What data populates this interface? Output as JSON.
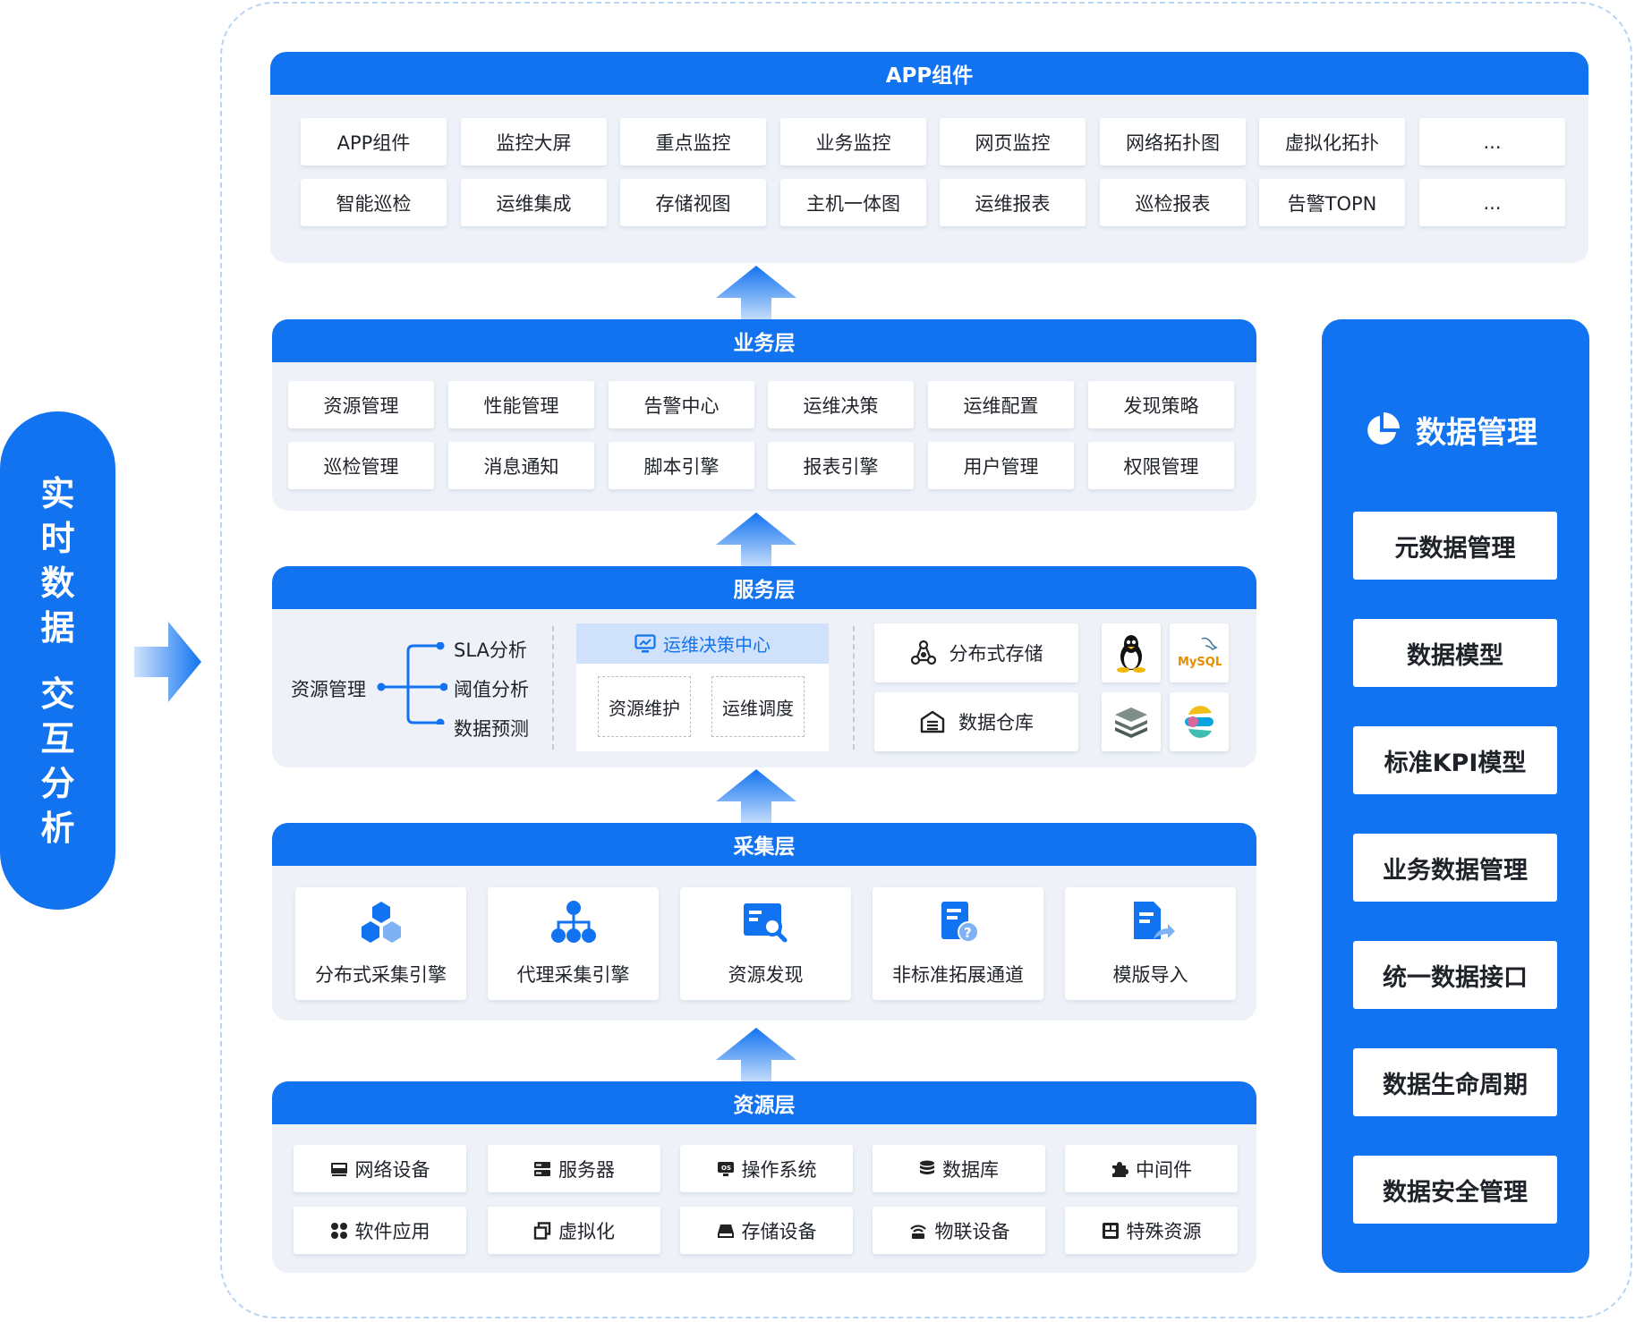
{
  "side_label": {
    "chars_top": [
      "实",
      "时",
      "数",
      "据"
    ],
    "chars_bottom": [
      "交",
      "互",
      "分",
      "析"
    ]
  },
  "app_layer": {
    "title": "APP组件",
    "row1": [
      "APP组件",
      "监控大屏",
      "重点监控",
      "业务监控",
      "网页监控",
      "网络拓扑图",
      "虚拟化拓扑",
      "..."
    ],
    "row2": [
      "智能巡检",
      "运维集成",
      "存储视图",
      "主机一体图",
      "运维报表",
      "巡检报表",
      "告警TOPN",
      "..."
    ]
  },
  "business_layer": {
    "title": "业务层",
    "row1": [
      "资源管理",
      "性能管理",
      "告警中心",
      "运维决策",
      "运维配置",
      "发现策略"
    ],
    "row2": [
      "巡检管理",
      "消息通知",
      "脚本引擎",
      "报表引擎",
      "用户管理",
      "权限管理"
    ]
  },
  "service_layer": {
    "title": "服务层",
    "tree_root": "资源管理",
    "tree_leaves": [
      "SLA分析",
      "阈值分析",
      "数据预测"
    ],
    "decision_center": "运维决策中心",
    "decision_items": [
      "资源维护",
      "运维调度"
    ],
    "storage": [
      "分布式存储",
      "数据仓库"
    ],
    "logos": {
      "mysql": "MySQL"
    }
  },
  "collection_layer": {
    "title": "采集层",
    "items": [
      {
        "label": "分布式采集引擎",
        "icon": "cubes-icon"
      },
      {
        "label": "代理采集引擎",
        "icon": "hierarchy-icon"
      },
      {
        "label": "资源发现",
        "icon": "search-icon"
      },
      {
        "label": "非标准拓展通道",
        "icon": "document-question-icon"
      },
      {
        "label": "模版导入",
        "icon": "document-import-icon"
      }
    ]
  },
  "resource_layer": {
    "title": "资源层",
    "row1": [
      {
        "label": "网络设备",
        "icon": "network-device-icon"
      },
      {
        "label": "服务器",
        "icon": "server-icon"
      },
      {
        "label": "操作系统",
        "icon": "os-icon"
      },
      {
        "label": "数据库",
        "icon": "database-icon"
      },
      {
        "label": "中间件",
        "icon": "puzzle-icon"
      }
    ],
    "row2": [
      {
        "label": "软件应用",
        "icon": "apps-icon"
      },
      {
        "label": "虚拟化",
        "icon": "copy-icon"
      },
      {
        "label": "存储设备",
        "icon": "storage-icon"
      },
      {
        "label": "物联设备",
        "icon": "iot-icon"
      },
      {
        "label": "特殊资源",
        "icon": "special-icon"
      }
    ]
  },
  "data_management": {
    "title": "数据管理",
    "items": [
      "元数据管理",
      "数据模型",
      "标准KPI模型",
      "业务数据管理",
      "统一数据接口",
      "数据生命周期",
      "数据安全管理"
    ]
  },
  "colors": {
    "primary": "#1273f0",
    "panel_bg": "#eef2f8",
    "decision_bg": "#cfe1fb"
  }
}
